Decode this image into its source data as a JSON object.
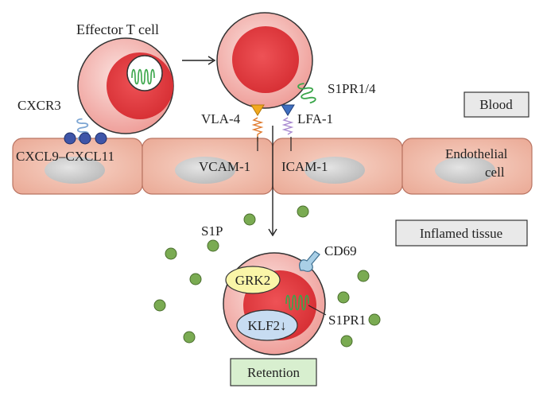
{
  "labels": {
    "effector_t_cell": "Effector T cell",
    "cxcr3": "CXCR3",
    "cxcl9_cxcl11": "CXCL9–CXCL11",
    "s1pr1_4": "S1PR1/4",
    "vla4": "VLA-4",
    "lfa1": "LFA-1",
    "vcam1": "VCAM-1",
    "icam1": "ICAM-1",
    "endothelial": "Endothelial",
    "cell": "cell",
    "s1p": "S1P",
    "cd69": "CD69",
    "grk2": "GRK2",
    "klf2": "KLF2↓",
    "s1pr1": "S1PR1"
  },
  "boxes": {
    "blood": "Blood",
    "inflamed_tissue": "Inflamed tissue",
    "retention": "Retention"
  },
  "colors": {
    "endothelium": "#f2c2b4",
    "cell_outer": "#f6c9c6",
    "cell_nucleus": "#e84346",
    "receptor_green": "#3aa64a",
    "chemokine_blue": "#3e55a8",
    "s1p_dot": "#7aab52",
    "vla4_orange": "#f2a91f",
    "lfa1_blue": "#3f6fc0",
    "grk2_fill": "#faf5a8",
    "klf2_fill": "#c7dcf2",
    "blood_box": "#e9e9e9",
    "retention_box": "#d8efcf"
  }
}
